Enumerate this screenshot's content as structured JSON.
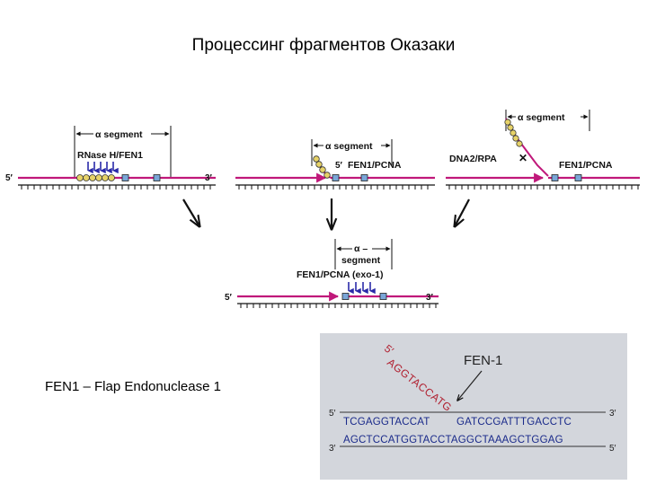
{
  "title": "Процессинг фрагментов Оказаки",
  "note": "FEN1 – Flap Endonuclease 1",
  "colors": {
    "strand": "#c0187a",
    "rna_bead": "#e6d268",
    "pcna_box": "#7aa6d8",
    "arrow": "#2a2aa8",
    "panel_bg": "#d3d6dc"
  },
  "diagram": {
    "panel1": {
      "segment": "α segment",
      "enzyme": "RNase H/FEN1",
      "five": "5′",
      "three": "3′"
    },
    "panel2": {
      "segment": "α segment",
      "enzyme": "FEN1/PCNA",
      "five": "5′"
    },
    "panel3": {
      "segment": "α segment",
      "helicase": "DNA2/RPA",
      "enzyme": "FEN1/PCNA"
    },
    "panel4": {
      "segment_a": "α –",
      "segment_b": "segment",
      "enzyme": "FEN1/PCNA (exo-1)",
      "five": "5′",
      "three": "3′"
    }
  },
  "fen1_box": {
    "enzyme": "FEN-1",
    "flap_seq": "AGGTACCATG",
    "flap_five": "5′",
    "top_five": "5′",
    "top_three": "3′",
    "top_left": "TCGAGGTACCAT",
    "top_right": "GATCCGATTTGACCTC",
    "bottom": "AGCTCCATGGTACCTAGGCTAAAGCTGGAG",
    "bottom_three": "3′",
    "bottom_five": "5′"
  }
}
